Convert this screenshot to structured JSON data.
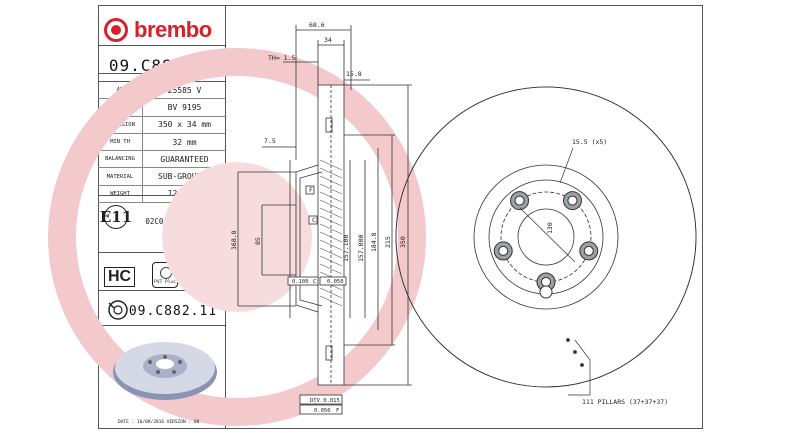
{
  "brand": "brembo",
  "part_number": "09.C882.11",
  "specs": [
    {
      "key": "AP",
      "value": "25585 V"
    },
    {
      "key": "BRECO",
      "value": "BV 9195"
    },
    {
      "key": "DIMENSION",
      "value": "350 x 34 mm"
    },
    {
      "key": "MIN TH",
      "value": "32 mm"
    },
    {
      "key": "BALANCING",
      "value": "GUARANTEED"
    },
    {
      "key": "MATERIAL",
      "value": "SUB-GROUP 2"
    },
    {
      "key": "WEIGHT",
      "value": "12.4 kg"
    }
  ],
  "ece": {
    "mark": "E11",
    "line1": "90R",
    "line2": "02C01203/25579"
  },
  "hc_label": "HC",
  "pvt_label": "PVT Plus",
  "part_number_bottom": "09.C882.11",
  "date_line": "DATE : 16/09/2016 VERSION : 00",
  "dims": {
    "overall_width": "68.6",
    "thickness": "34",
    "th_label": "TH= 1.5",
    "offset": "15.8",
    "hat": "7.5",
    "d_168": "168.8",
    "d_85": "85",
    "d_157a": "157.100",
    "d_157b": "157.000",
    "d_184": "184.8",
    "d_215": "215",
    "d_350": "350",
    "tol1": "0.100",
    "tol1_ref": "C",
    "tol2": "0.050",
    "ref_f": "F",
    "ref_c": "C",
    "dtv": "DTV 0.015",
    "flat": "0.050",
    "flat_ref": "F",
    "holes": "15.5 (x5)",
    "pcd": "130",
    "pillars": "111 PILLARS (37+37+37)"
  },
  "colors": {
    "brand_red": "#d8202a",
    "watermark": "#f3c9cb",
    "line": "#333333"
  }
}
